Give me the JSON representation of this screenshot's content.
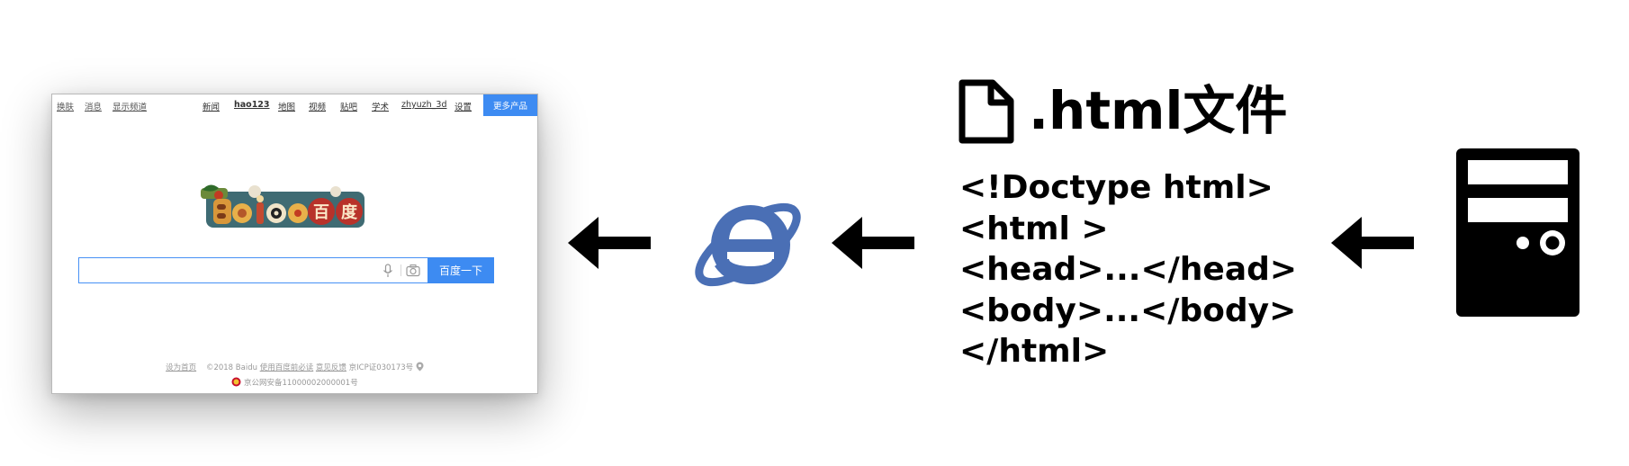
{
  "screenshot": {
    "top_links_left": [
      "换肤",
      "消息",
      "显示频道"
    ],
    "top_links_nav": [
      "新闻",
      "hao123",
      "地图",
      "视频",
      "贴吧",
      "学术",
      "zhyuzh_3d",
      "设置"
    ],
    "more_button": "更多产品",
    "search_placeholder": "",
    "search_button": "百度一下",
    "footer": {
      "set_home": "设为首页",
      "copyright": "©2018 Baidu",
      "must_read": "使用百度前必读",
      "feedback": "意见反馈",
      "icp": "京ICP证030173号",
      "police": "京公网安备11000002000001号"
    }
  },
  "file": {
    "icon": "file-icon",
    "title": ".html文件",
    "code_lines": [
      "<!Doctype html>",
      "<html >",
      "<head>...</head>",
      "<body>...</body>",
      "</html>"
    ]
  },
  "icons": {
    "browser": "internet-explorer-icon",
    "server": "server-icon",
    "arrow": "arrow-left-icon"
  },
  "colors": {
    "ie_blue": "#4a6fb5",
    "baidu_blue": "#3d8bf2"
  }
}
